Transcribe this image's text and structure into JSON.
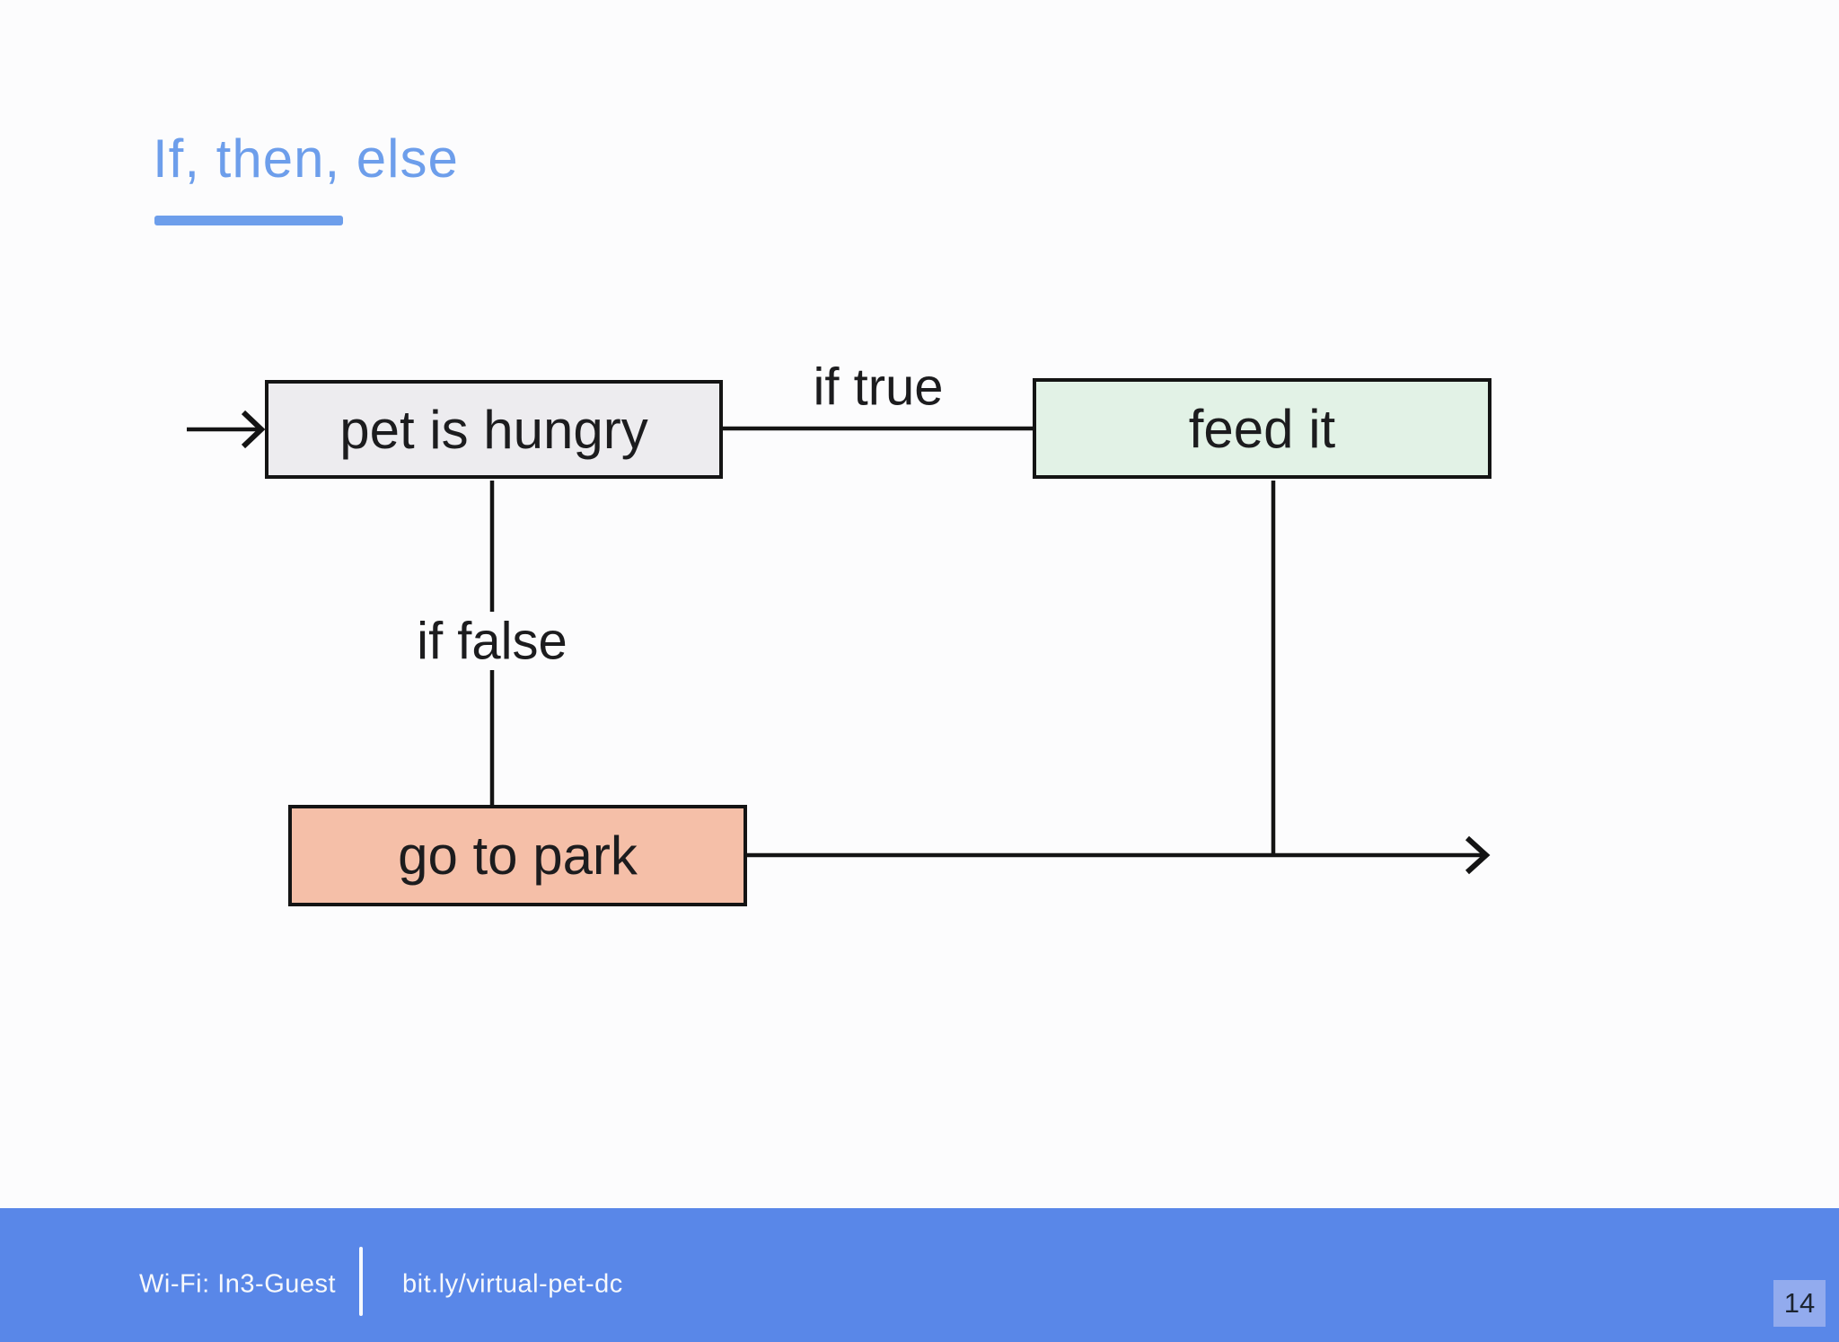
{
  "slide": {
    "title": "If, then, else",
    "page_number": "14"
  },
  "flowchart": {
    "nodes": [
      {
        "id": "condition",
        "label": "pet is hungry",
        "fill": "#EDECEF"
      },
      {
        "id": "branch-true",
        "label": "feed it",
        "fill": "#E2F2E6"
      },
      {
        "id": "branch-false",
        "label": "go to park",
        "fill": "#F5BFA8"
      }
    ],
    "edge_labels": {
      "if_true": "if true",
      "if_false": "if false"
    }
  },
  "footer": {
    "wifi_label": "Wi-Fi: In3-Guest",
    "link_label": "bit.ly/virtual-pet-dc"
  },
  "colors": {
    "title": "#6D9EEB",
    "title_underline": "#6D9EEB",
    "connector": "#141414",
    "node_condition_fill": "#EDECEF",
    "node_true_fill": "#E2F2E6",
    "node_false_fill": "#F5BFA8",
    "footer_bar": "#5987E8",
    "footer_text": "#F7F9FC",
    "page_badge_fill": "#92ABEE",
    "page_badge_text": "#1C2430"
  }
}
